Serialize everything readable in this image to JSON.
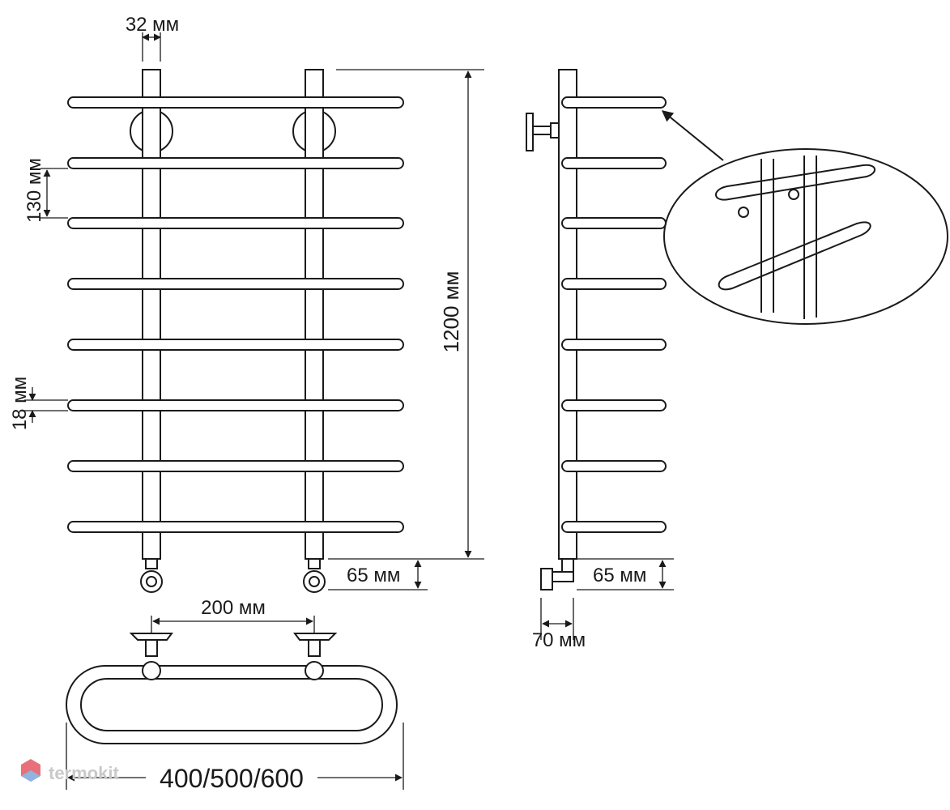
{
  "dimensions": {
    "pipe_diameter": "32 мм",
    "rung_spacing": "130 мм",
    "rung_diameter": "18 мм",
    "total_height": "1200 мм",
    "bottom_outlet_front": "65 мм",
    "bottom_outlet_side": "65 мм",
    "axis_distance": "200 мм",
    "wall_distance": "70 мм",
    "width_options": "400/500/600"
  },
  "watermark": {
    "brand": "termokit"
  },
  "colors": {
    "line": "#1a1a1a",
    "fill": "#ffffff",
    "watermark_text": "#c9c9c9",
    "logo_red": "#e8707a",
    "logo_blue": "#8fb4e0"
  }
}
